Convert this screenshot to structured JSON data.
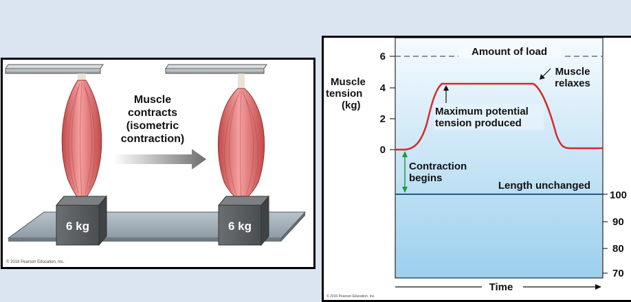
{
  "left_panel": {
    "contraction_label": [
      "Muscle",
      "contracts",
      "(isometric",
      "contraction)"
    ],
    "weight_left": "6 kg",
    "weight_right": "6 kg",
    "copyright": "© 2016 Pearson Education, Inc."
  },
  "right_panel": {
    "y_axis_label": [
      "Muscle",
      "tension",
      "(kg)"
    ],
    "y_ticks": [
      "6",
      "4",
      "2",
      "0"
    ],
    "load_label": "Amount of load",
    "relaxes_label": [
      "Muscle",
      "relaxes"
    ],
    "max_tension_label": [
      "Maximum potential",
      "tension produced"
    ],
    "contraction_begins_label": [
      "Contraction",
      "begins"
    ],
    "length_label": "Length unchanged",
    "time_label": "Time",
    "right_ticks": [
      "100",
      "90",
      "80",
      "70"
    ],
    "copyright": "© 2016 Pearson Education, Inc."
  },
  "colors": {
    "muscle": "#e07a7a",
    "tension_curve": "#d42a2a",
    "length_line": "#1e5a8a",
    "arrow_green": "#1e9a3a",
    "plot_bg_top": "#f6fbfe",
    "plot_bg_bottom": "#9ccfee"
  }
}
